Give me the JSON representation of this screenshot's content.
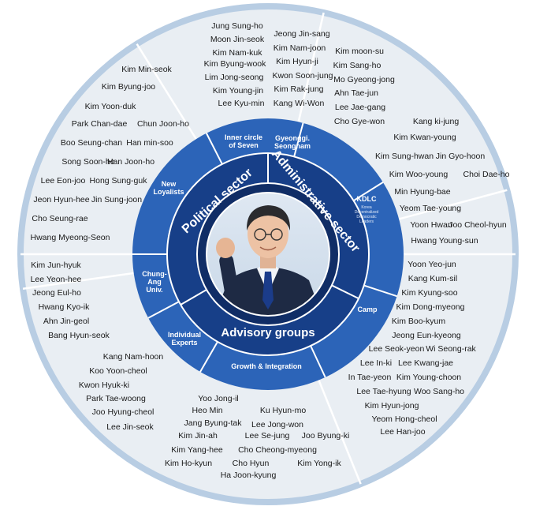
{
  "center": {
    "photo": "portrait-of-leader-with-raised-fist"
  },
  "colors": {
    "outer_ring": "#e9eef3",
    "outer_border": "#b8cde3",
    "segment_ring": "#2c64b8",
    "sector_ring": "#173f88",
    "core": "#102d66",
    "divider": "#ffffff"
  },
  "sectors": {
    "political": "Political sector",
    "administrative": "Administrative sector",
    "advisory": "Advisory groups"
  },
  "segments": [
    {
      "label": "Inner circle of Seven",
      "lines": [
        "Inner circle",
        "of Seven"
      ],
      "members": [
        "Jung Sung-ho",
        "Moon Jin-seok",
        "Kim Nam-kuk",
        "Kim Byung-wook",
        "Lim Jong-seong",
        "Kim Young-jin",
        "Lee Kyu-min"
      ]
    },
    {
      "label": "Gyeonggi. Seongnam",
      "lines": [
        "Gyeonggi.",
        "Seongnam"
      ],
      "members": [
        "Jeong Jin-sang",
        "Kim Nam-joon",
        "Kim Hyun-ji",
        "Kwon Soon-jung",
        "Kim Rak-jung",
        "Kang Wi-Won",
        "Kim moon-su",
        "Kim Sang-ho",
        "Mo Gyeong-jong",
        "Ahn Tae-jun",
        "Lee Jae-gang",
        "Cho Gye-won"
      ]
    },
    {
      "label": "KDLC",
      "lines": [
        "KDLC"
      ],
      "sublines": [
        "Korea",
        "Decentralized",
        "Democratic",
        "Leaders"
      ],
      "members": [
        "Kang ki-jung",
        "Kim Kwan-young",
        "Kim Sung-hwan",
        "Jin Gyo-hoon",
        "Kim Woo-young",
        "Choi Dae-ho",
        "Min Hyung-bae",
        "Yeom Tae-young",
        "Yoon Hwan",
        "Joo Cheol-hyun",
        "Hwang Young-sun"
      ]
    },
    {
      "label": "Camp",
      "lines": [
        "Camp"
      ],
      "members": [
        "Yoon Yeo-jun",
        "Kang Kum-sil",
        "Kim Kyung-soo",
        "Kim Dong-myeong",
        "Kim Boo-kyum",
        "Jeong Eun-kyeong",
        "Lee Seok-yeon",
        "Wi Seong-rak",
        "Lee In-ki",
        "Lee Kwang-jae",
        "In Tae-yeon",
        "Kim Young-choon",
        "Lee Tae-hyung",
        "Woo Sang-ho",
        "Kim Hyun-jong",
        "Yeom Hong-cheol",
        "Lee Han-joo"
      ]
    },
    {
      "label": "Growth & Integration",
      "lines": [
        "Growth & Integration"
      ],
      "members": [
        "Yoo Jong-il",
        "Heo Min",
        "Jang Byung-tak",
        "Ku Hyun-mo",
        "Lee Jong-won",
        "Kim Jin-ah",
        "Lee Se-jung",
        "Joo Byung-ki",
        "Kim Yang-hee",
        "Cho Cheong-myeong",
        "Kim Ho-kyun",
        "Cho Hyun",
        "Kim Yong-ik",
        "Ha Joon-kyung"
      ]
    },
    {
      "label": "Individual Experts",
      "lines": [
        "Individual",
        "Experts"
      ],
      "members": [
        "Kang Nam-hoon",
        "Koo Yoon-cheol",
        "Kwon Hyuk-ki",
        "Park Tae-woong",
        "Joo Hyung-cheol",
        "Lee Jin-seok"
      ]
    },
    {
      "label": "Chung-Ang Univ.",
      "lines": [
        "Chung-",
        "Ang",
        "Univ."
      ],
      "members": [
        "Kim Jun-hyuk",
        "Lee Yeon-hee",
        "Jeong Eul-ho",
        "Hwang Kyo-ik",
        "Ahn Jin-geol",
        "Bang Hyun-seok"
      ]
    },
    {
      "label": "New Loyalists",
      "lines": [
        "New",
        "Loyalists"
      ],
      "members": [
        "Kim Min-seok",
        "Kim Byung-joo",
        "Kim Yoon-duk",
        "Park Chan-dae",
        "Chun Joon-ho",
        "Boo Seung-chan",
        "Han min-soo",
        "Song Soon-ho",
        "Han Joon-ho",
        "Lee Eon-joo",
        "Hong Sung-guk",
        "Jeon Hyun-hee",
        "Jin Sung-joon",
        "Cho Seung-rae",
        "Hwang Myeong-Seon"
      ]
    }
  ]
}
